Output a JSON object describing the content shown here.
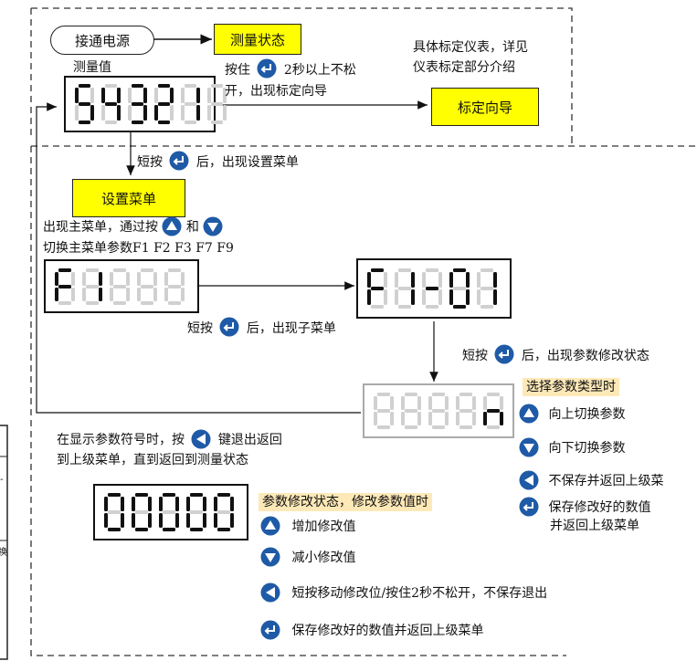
{
  "power_on": "接通电源",
  "measure_state": "测量状态",
  "measure_value_label": "测量值",
  "display_main": "54321",
  "hold_text_a": "按住",
  "hold_text_b": "2秒以上不松",
  "hold_text_c": "开，出现标定向导",
  "calib_note_1": "具体标定仪表，详见",
  "calib_note_2": "仪表标定部分介绍",
  "calib_wizard": "标定向导",
  "short_press": "短按",
  "after_setup_menu": "后，出现设置菜单",
  "setup_menu": "设置菜单",
  "main_menu_1a": "出现主菜单，通过按",
  "main_menu_and": "和",
  "main_menu_2": "切换主菜单参数F1 F2 F3 F7 F9",
  "display_f1": "F1",
  "display_f101": "F1-01",
  "after_submenu": "后，出现子菜单",
  "after_modify": "后，出现参数修改状态",
  "display_n": "n",
  "select_type": "选择参数类型时",
  "up_switch": "向上切换参数",
  "down_switch": "向下切换参数",
  "no_save_return": "不保存并返回上级菜",
  "save_good_1": "保存修改好的数值",
  "save_good_2": "并返回上级菜单",
  "exit_note_1": "在显示参数符号时，按",
  "exit_note_1b": "键退出返回",
  "exit_note_2": "到上级菜单，直到返回到测量状态",
  "display_zero": "00000",
  "modify_state": "参数修改状态，修改参数值时",
  "increase": "增加修改值",
  "decrease": "减小修改值",
  "move_digit": "短按移动修改位/按住2秒不松开，不保存退出",
  "save_all": "保存修改好的数值并返回上级菜单",
  "left_panel_1": "-",
  "left_panel_2": "换",
  "colors": {
    "button_blue": "#1f5aa6",
    "highlight": "#ffff00",
    "note_bg": "#fde9b8",
    "ghost": "#d0d0d0"
  }
}
